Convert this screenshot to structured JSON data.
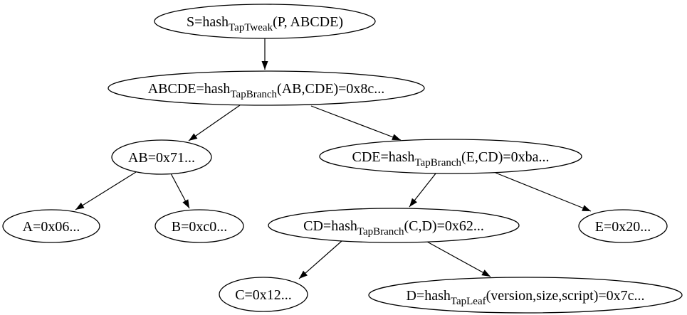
{
  "diagram": {
    "type": "tree",
    "nodes": {
      "S": {
        "id": "S",
        "label_parts": [
          {
            "t": "S=hash"
          },
          {
            "t": "TapTweak",
            "sub": true
          },
          {
            "t": "(P, ABCDE)"
          }
        ]
      },
      "ABCDE": {
        "id": "ABCDE",
        "label_parts": [
          {
            "t": "ABCDE=hash"
          },
          {
            "t": "TapBranch",
            "sub": true
          },
          {
            "t": "(AB,CDE)=0x8c..."
          }
        ]
      },
      "AB": {
        "id": "AB",
        "label_parts": [
          {
            "t": "AB=0x71..."
          }
        ]
      },
      "CDE": {
        "id": "CDE",
        "label_parts": [
          {
            "t": "CDE=hash"
          },
          {
            "t": "TapBranch",
            "sub": true
          },
          {
            "t": "(E,CD)=0xba..."
          }
        ]
      },
      "A": {
        "id": "A",
        "label_parts": [
          {
            "t": "A=0x06..."
          }
        ]
      },
      "B": {
        "id": "B",
        "label_parts": [
          {
            "t": "B=0xc0..."
          }
        ]
      },
      "CD": {
        "id": "CD",
        "label_parts": [
          {
            "t": "CD=hash"
          },
          {
            "t": "TapBranch",
            "sub": true
          },
          {
            "t": "(C,D)=0x62..."
          }
        ]
      },
      "E": {
        "id": "E",
        "label_parts": [
          {
            "t": "E=0x20..."
          }
        ]
      },
      "C": {
        "id": "C",
        "label_parts": [
          {
            "t": "C=0x12..."
          }
        ]
      },
      "D": {
        "id": "D",
        "label_parts": [
          {
            "t": "D=hash"
          },
          {
            "t": "TapLeaf",
            "sub": true
          },
          {
            "t": "(version,size,script)=0x7c..."
          }
        ]
      }
    },
    "edges": [
      {
        "from": "S",
        "to": "ABCDE"
      },
      {
        "from": "ABCDE",
        "to": "AB"
      },
      {
        "from": "ABCDE",
        "to": "CDE"
      },
      {
        "from": "AB",
        "to": "A"
      },
      {
        "from": "AB",
        "to": "B"
      },
      {
        "from": "CDE",
        "to": "CD"
      },
      {
        "from": "CDE",
        "to": "E"
      },
      {
        "from": "CD",
        "to": "C"
      },
      {
        "from": "CD",
        "to": "D"
      }
    ],
    "colors": {
      "background": "#ffffff",
      "node_fill": "#ffffff",
      "node_stroke": "#000000",
      "edge": "#000000",
      "text": "#000000"
    }
  }
}
